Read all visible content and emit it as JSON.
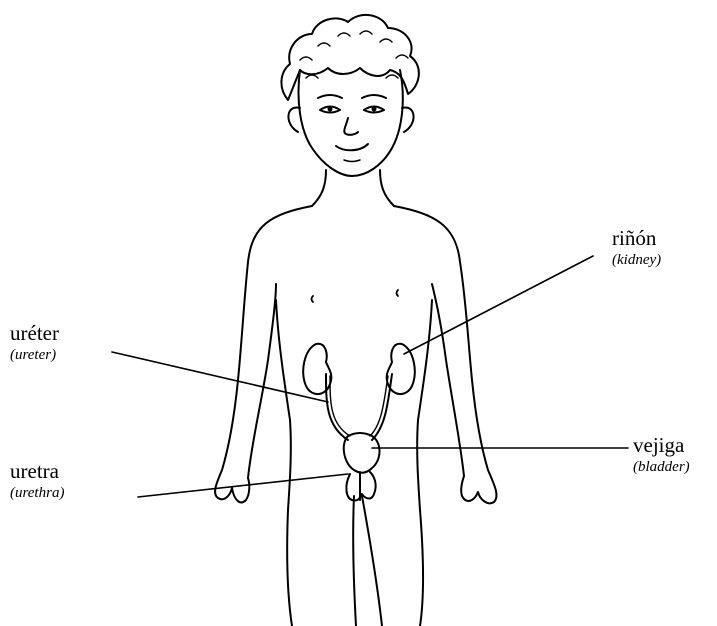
{
  "labels": {
    "kidney": {
      "es": "riñón",
      "en": "(kidney)"
    },
    "ureter": {
      "es": "uréter",
      "en": "(ureter)"
    },
    "bladder": {
      "es": "vejiga",
      "en": "(bladder)"
    },
    "urethra": {
      "es": "uretra",
      "en": "(urethra)"
    }
  },
  "colors": {
    "ink": "#000000",
    "background": "#ffffff"
  }
}
